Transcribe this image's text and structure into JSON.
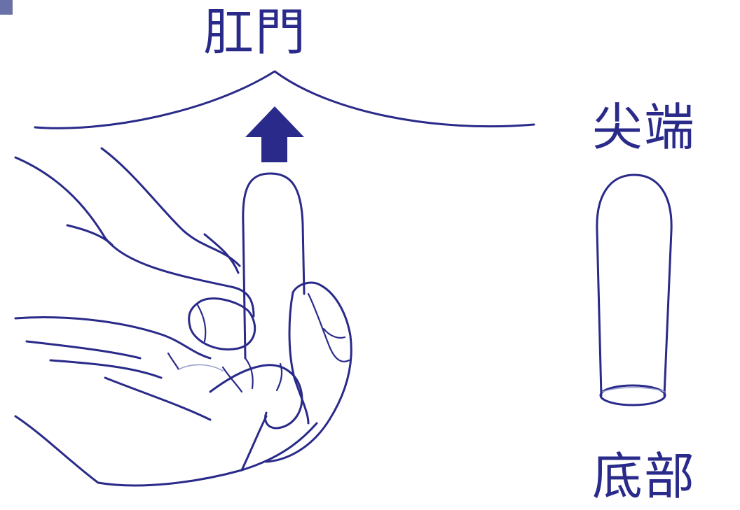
{
  "labels": {
    "anus": "肛門",
    "tip": "尖端",
    "base": "底部"
  },
  "icons": {
    "arrow": "up-arrow-icon",
    "hand": "hand-illustration",
    "suppository": "suppository-illustration"
  },
  "colors": {
    "ink": "#2a2a8a",
    "arrow_fill": "#2a2a8a",
    "corner_tab": "#6a70a8"
  }
}
